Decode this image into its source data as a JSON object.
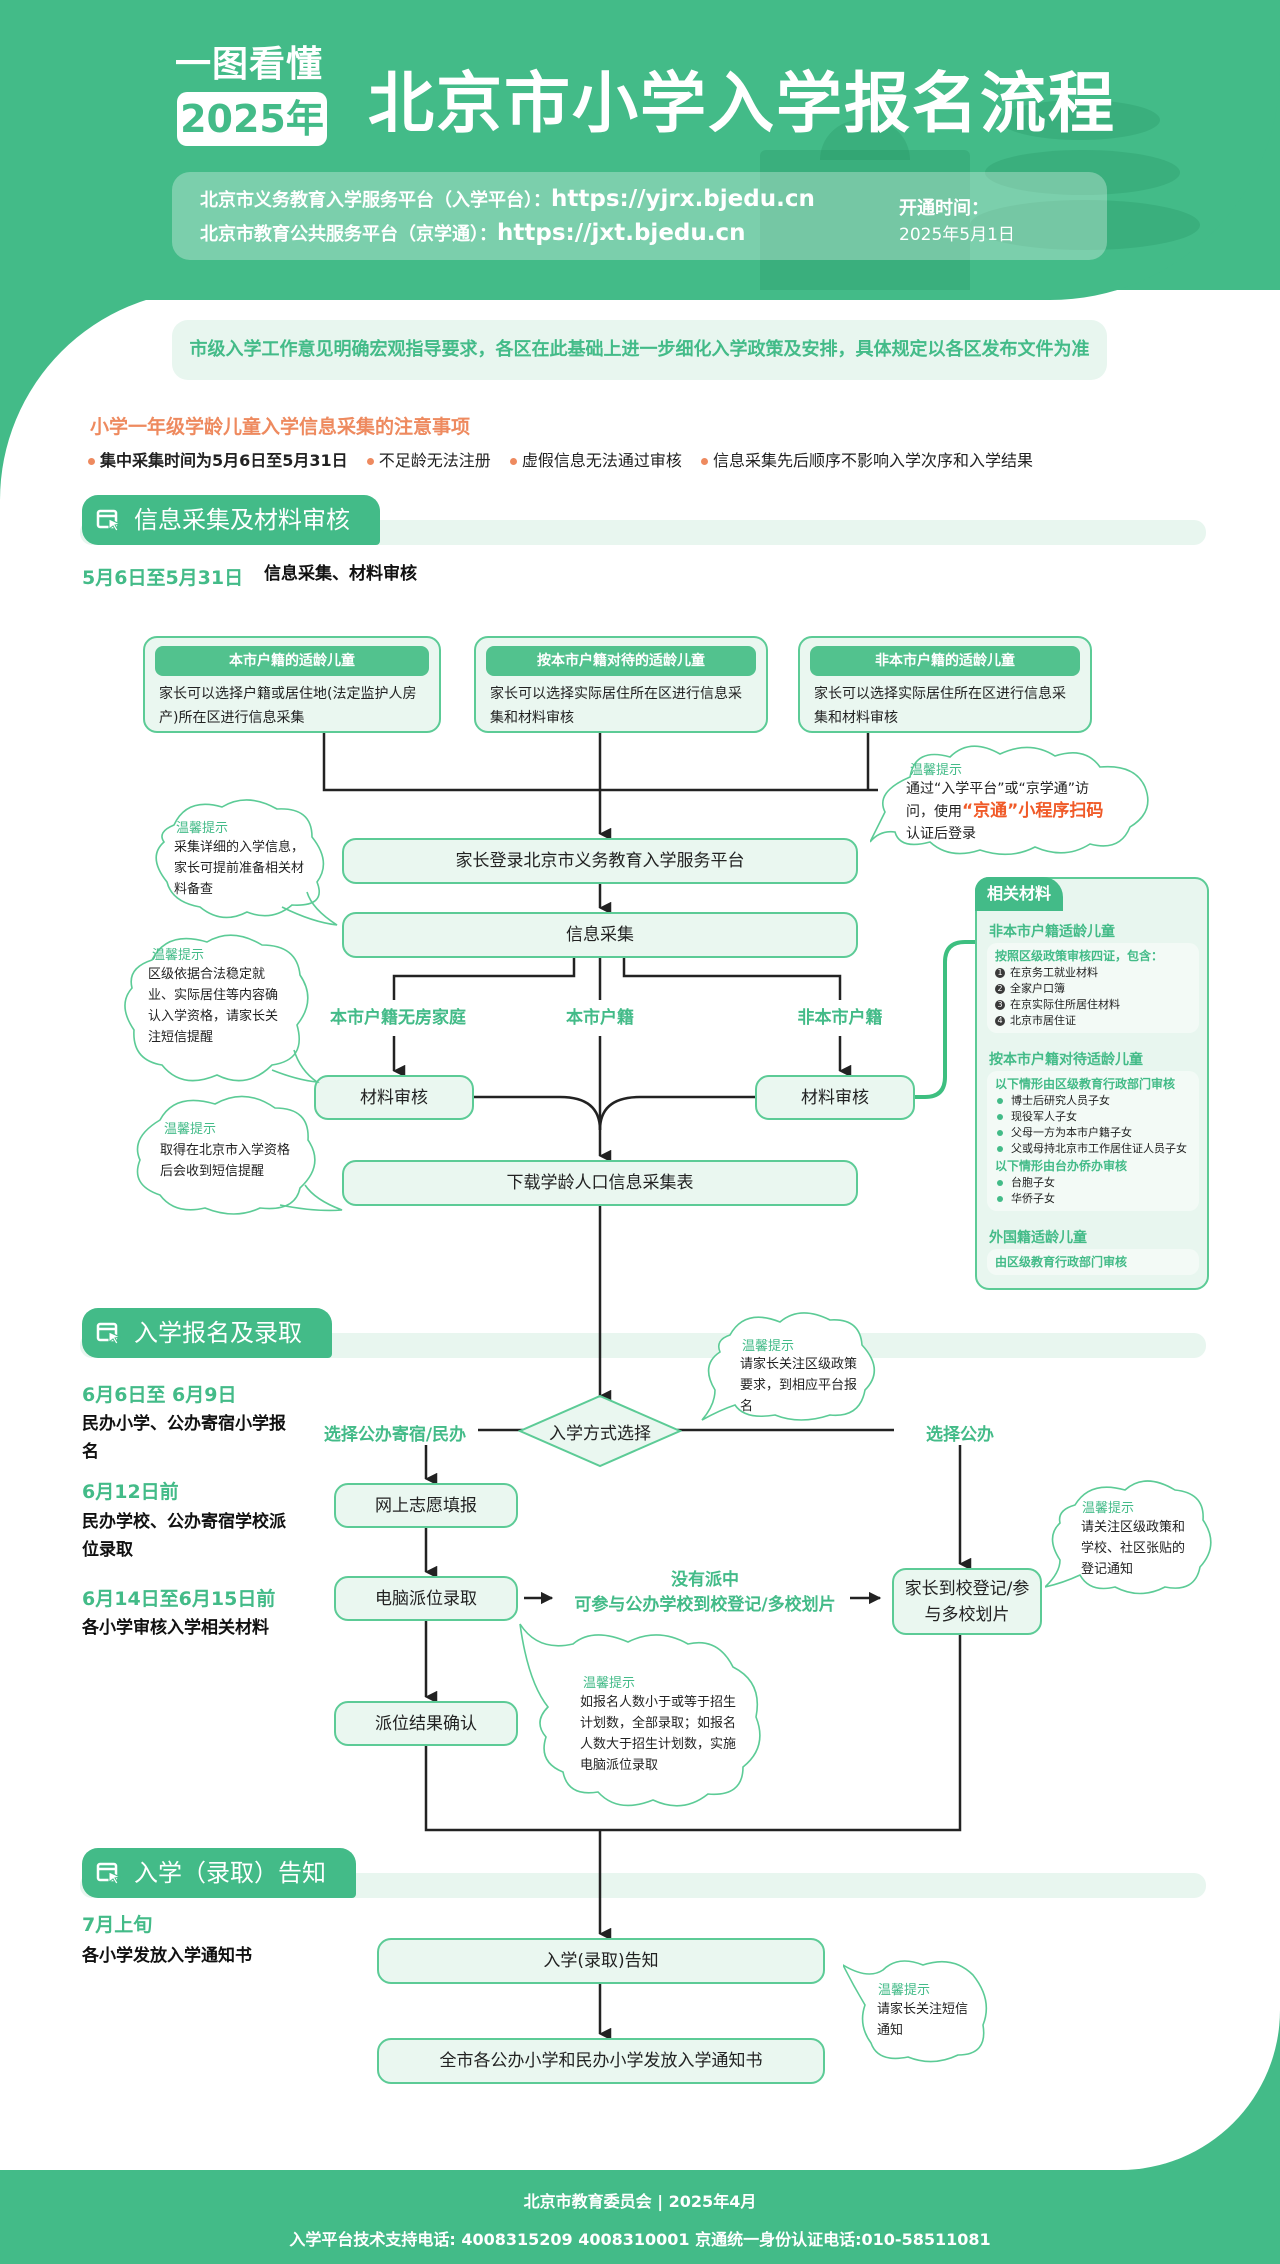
{
  "header": {
    "tagline": "一图看懂",
    "year_badge": "2025年",
    "title": "北京市小学入学报名流程",
    "platforms": [
      {
        "label": "北京市义务教育入学服务平台（入学平台）：",
        "url": "https://yjrx.bjedu.cn"
      },
      {
        "label": "北京市教育公共服务平台（京学通）：",
        "url": "https://jxt.bjedu.cn"
      }
    ],
    "open_time_label": "开通时间：",
    "open_time_value": "2025年5月1日"
  },
  "notice": "市级入学工作意见明确宏观指导要求，各区在此基础上进一步细化入学政策及安排，具体规定以各区发布文件为准",
  "tips": {
    "title": "小学一年级学龄儿童入学信息采集的注意事项",
    "items": [
      "集中采集时间为5月6日至5月31日",
      "不足龄无法注册",
      "虚假信息无法通过审核",
      "信息采集先后顺序不影响入学次序和入学结果"
    ]
  },
  "sections": [
    {
      "title": "信息采集及材料审核",
      "schedule": [
        {
          "date": "5月6日至5月31日",
          "desc": "信息采集、材料审核"
        }
      ]
    },
    {
      "title": "入学报名及录取",
      "schedule": [
        {
          "date": "6月6日至 6月9日",
          "desc": "民办小学、公办寄宿小学报名"
        },
        {
          "date": "6月12日前",
          "desc": "民办学校、公办寄宿学校派位录取"
        },
        {
          "date": "6月14日至6月15日前",
          "desc": "各小学审核入学相关材料"
        }
      ]
    },
    {
      "title": "入学（录取）告知",
      "schedule": [
        {
          "date": "7月上旬",
          "desc": "各小学发放入学通知书"
        }
      ]
    }
  ],
  "flow": {
    "categories": [
      {
        "title": "本市户籍的适龄儿童",
        "desc": "家长可以选择户籍或居住地(法定监护人房产)所在区进行信息采集"
      },
      {
        "title": "按本市户籍对待的适龄儿童",
        "desc": "家长可以选择实际居住所在区进行信息采集和材料审核"
      },
      {
        "title": "非本市户籍的适龄儿童",
        "desc": "家长可以选择实际居住所在区进行信息采集和材料审核"
      }
    ],
    "login": "家长登录北京市义务教育入学服务平台",
    "collect": "信息采集",
    "branches": [
      "本市户籍无房家庭",
      "本市户籍",
      "非本市户籍"
    ],
    "review_left": "材料审核",
    "review_right": "材料审核",
    "download": "下载学龄人口信息采集表",
    "choice": "入学方式选择",
    "choice_left": "选择公办寄宿/民办",
    "choice_right": "选择公办",
    "online_apply": "网上志愿填报",
    "lottery": "电脑派位录取",
    "not_selected_line1": "没有派中",
    "not_selected_line2": "可参与公办学校到校登记/多校划片",
    "school_register": "家长到校登记/参与多校划片",
    "confirm": "派位结果确认",
    "notify": "入学(录取)告知",
    "issue": "全市各公办小学和民办小学发放入学通知书"
  },
  "clouds": {
    "title": "温馨提示",
    "c1_pre": "通过“入学平台”或“京学通”访问，使用",
    "c1_hl": "“京通”小程序扫码",
    "c1_post": "认证后登录",
    "c2": "采集详细的入学信息，家长可提前准备相关材料备查",
    "c3": "区级依据合法稳定就业、实际居住等内容确认入学资格，请家长关注短信提醒",
    "c4": "取得在北京市入学资格后会收到短信提醒",
    "c5": "请家长关注区级政策要求，到相应平台报名",
    "c6": "请关注区级政策和学校、社区张贴的登记通知",
    "c7": "如报名人数小于或等于招生计划数，全部录取；如报名人数大于招生计划数，实施电脑派位录取",
    "c8": "请家长关注短信通知"
  },
  "materials": {
    "tab": "相关材料",
    "groups": [
      {
        "title": "非本市户籍适龄儿童",
        "subs": [
          {
            "title": "按照区级政策审核四证，包含：",
            "numbered": true,
            "items": [
              "在京务工就业材料",
              "全家户口簿",
              "在京实际住所居住材料",
              "北京市居住证"
            ]
          }
        ]
      },
      {
        "title": "按本市户籍对待适龄儿童",
        "subs": [
          {
            "title": "以下情形由区级教育行政部门审核",
            "numbered": false,
            "items": [
              "博士后研究人员子女",
              "现役军人子女",
              "父母一方为本市户籍子女",
              "父或母持北京市工作居住证人员子女"
            ]
          },
          {
            "title": "以下情形由台办侨办审核",
            "numbered": false,
            "items": [
              "台胞子女",
              "华侨子女"
            ]
          }
        ]
      },
      {
        "title": "外国籍适龄儿童",
        "subs": [
          {
            "title": "由区级教育行政部门审核",
            "numbered": false,
            "items": []
          }
        ]
      }
    ]
  },
  "footer": {
    "line1": "北京市教育委员会 | 2025年4月",
    "line2": "入学平台技术支持电话: 4008315209 4008310001  京通统一身份认证电话:010-58511081"
  },
  "colors": {
    "brand_green": "#43bb88",
    "light_green": "#eaf7f0",
    "accent_orange": "#ee8a5f",
    "highlight_red": "#f05a28"
  }
}
